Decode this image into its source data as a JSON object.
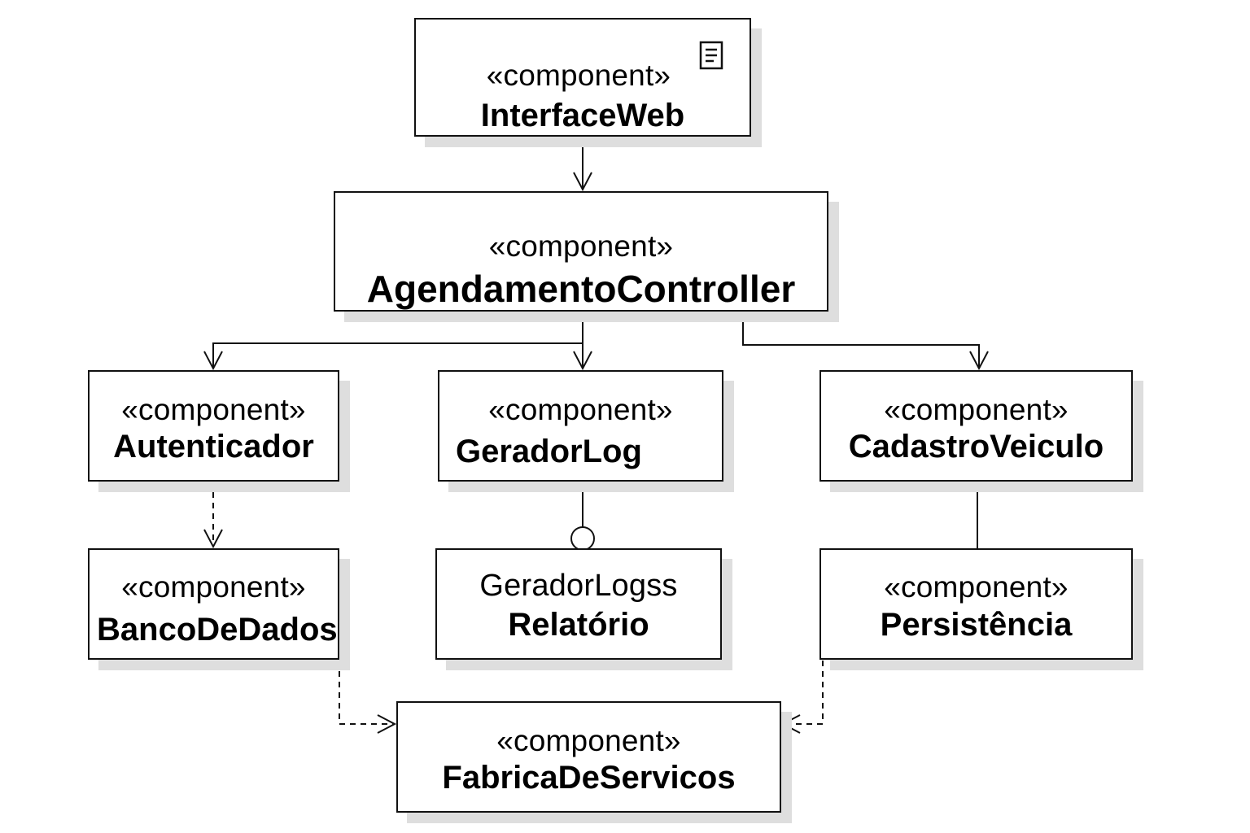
{
  "diagram": {
    "type": "uml-component",
    "components": {
      "interfaceweb": {
        "stereotype": "«component»",
        "name": "InterfaceWeb",
        "icon": "document-icon"
      },
      "controller": {
        "stereotype": "«component»",
        "name": "AgendamentoController"
      },
      "autenticador": {
        "stereotype": "«component»",
        "name": "Autenticador"
      },
      "geradorlog": {
        "stereotype": "«component»",
        "name": "GeradorLog"
      },
      "cadastro": {
        "stereotype": "«component»",
        "name": "CadastroVeiculo"
      },
      "banco": {
        "stereotype": "«component»",
        "name": "BancoDeDados"
      },
      "relatorio": {
        "stereotype": "GeradorLogss",
        "name": "Relatório"
      },
      "persistencia": {
        "stereotype": "«component»",
        "name": "Persistência"
      },
      "fabrica": {
        "stereotype": "«component»",
        "name": "FabricaDeServicos"
      }
    },
    "connections": [
      {
        "from": "InterfaceWeb",
        "to": "AgendamentoController",
        "style": "solid-arrow"
      },
      {
        "from": "AgendamentoController",
        "to": "Autenticador",
        "style": "solid-arrow"
      },
      {
        "from": "AgendamentoController",
        "to": "GeradorLog",
        "style": "solid-arrow"
      },
      {
        "from": "AgendamentoController",
        "to": "CadastroVeiculo",
        "style": "solid-arrow"
      },
      {
        "from": "Autenticador",
        "to": "BancoDeDados",
        "style": "dashed-arrow"
      },
      {
        "from": "GeradorLog",
        "to": "Relatório",
        "style": "interface-lollipop"
      },
      {
        "from": "CadastroVeiculo",
        "to": "Persistência",
        "style": "solid-line"
      },
      {
        "from": "BancoDeDados",
        "to": "FabricaDeServicos",
        "style": "dashed-arrow"
      },
      {
        "from": "Persistência",
        "to": "FabricaDeServicos",
        "style": "dashed-arrow"
      }
    ]
  }
}
